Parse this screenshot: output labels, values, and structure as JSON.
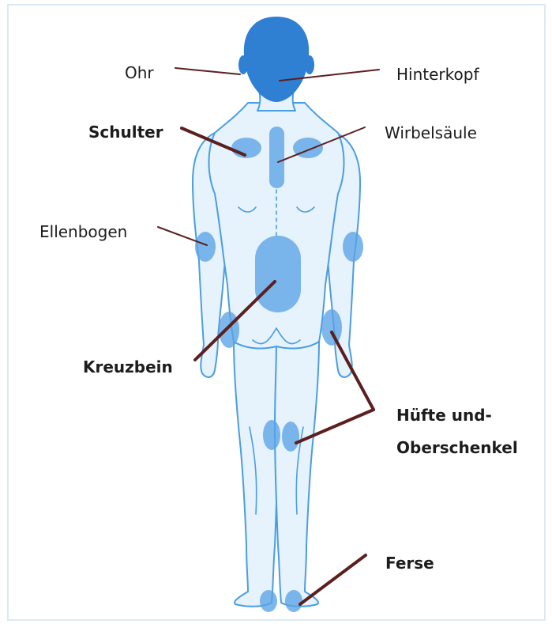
{
  "labels": {
    "ohr": "Ohr",
    "hinterkopf": "Hinterkopf",
    "schulter": "Schulter",
    "wirbelsaeule": "Wirbelsäule",
    "ellenbogen": "Ellenbogen",
    "kreuzbein": "Kreuzbein",
    "huefte_line1": "Hüfte und-",
    "huefte_line2": "Oberschenkel",
    "ferse": "Ferse"
  },
  "colors": {
    "body_fill": "#e6f2fc",
    "body_outline": "#4a9ee0",
    "pressure_area": "#5aa3e6",
    "head": "#2f7fd3",
    "leader_line": "#5c1f1f",
    "frame": "#dbe9f4"
  }
}
